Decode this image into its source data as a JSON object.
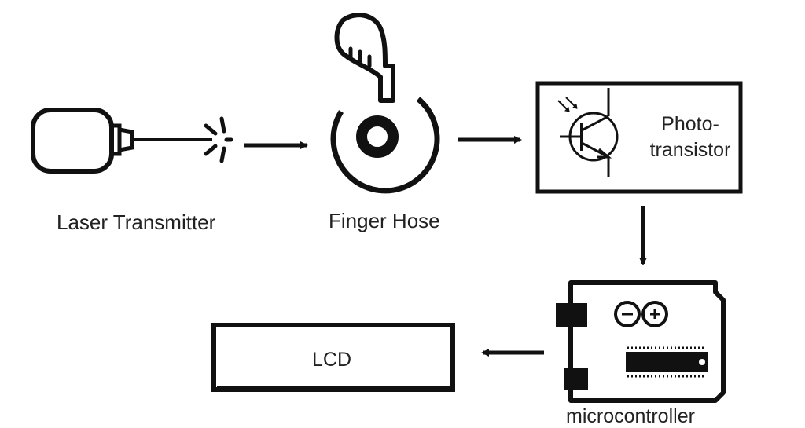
{
  "labels": {
    "laser": "Laser Transmitter",
    "hose": "Finger Hose",
    "photo_line1": "Photo-",
    "photo_line2": "transistor",
    "lcd": "LCD",
    "mcu": "microcontroller"
  },
  "colors": {
    "stroke": "#111111",
    "text": "#222222",
    "background": "#ffffff"
  },
  "icons": [
    "laser-module-icon",
    "pointing-hand-icon",
    "ring-icon",
    "phototransistor-icon",
    "arduino-logo-icon",
    "ic-chip-icon"
  ]
}
